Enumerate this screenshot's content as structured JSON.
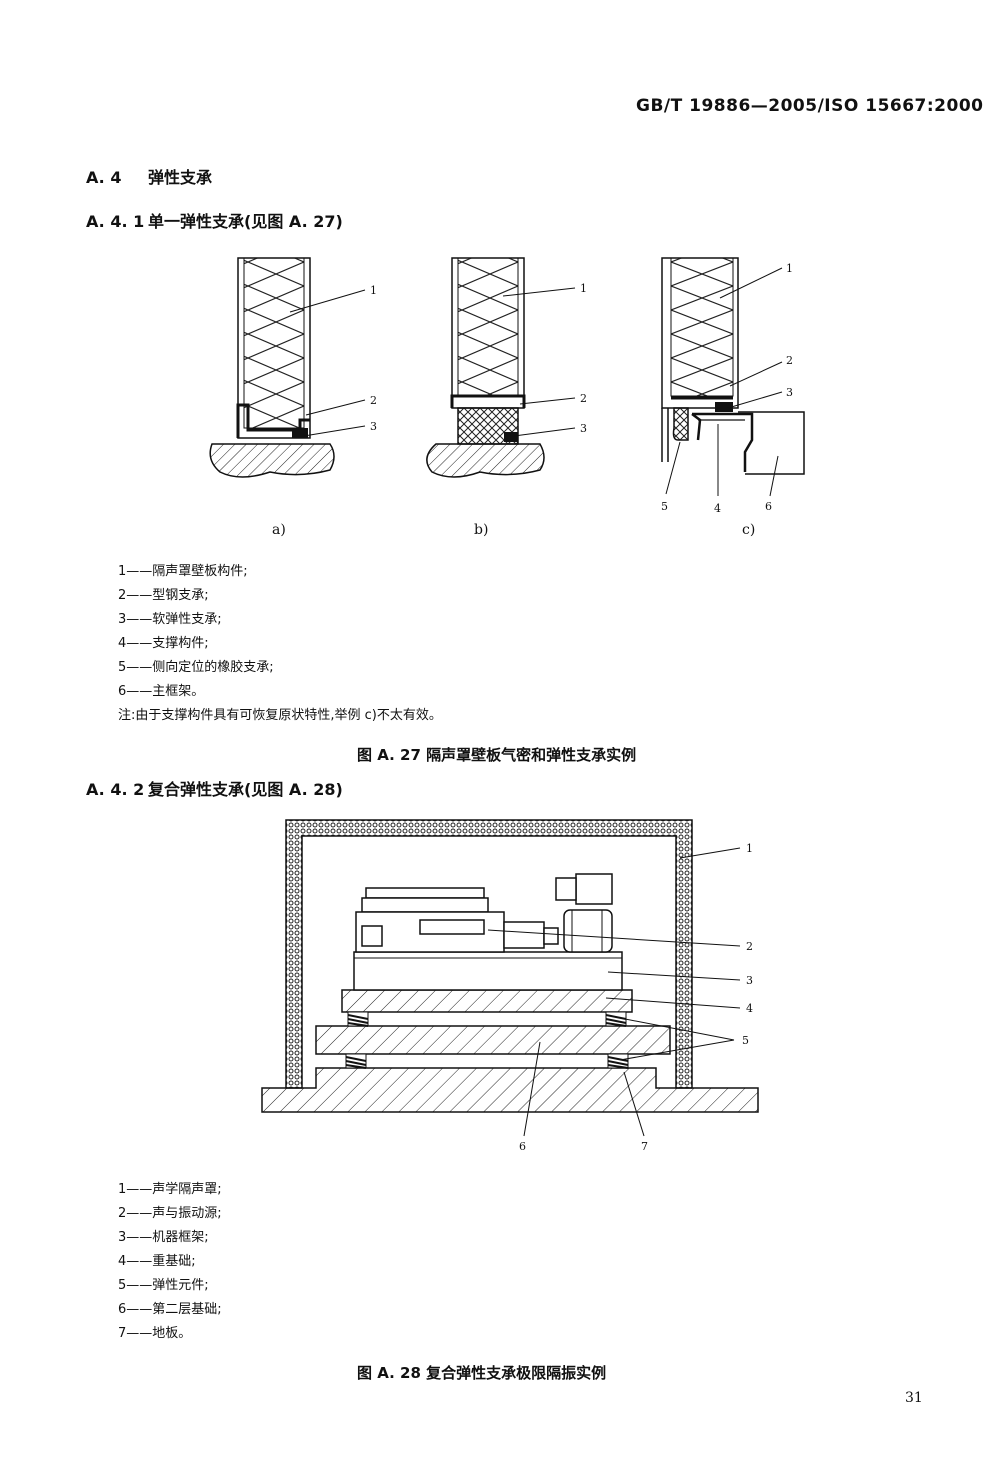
{
  "header": {
    "standard_number": "GB/T 19886—2005/ISO 15667:2000"
  },
  "section_a4": {
    "number": "A. 4",
    "title": "弹性支承"
  },
  "section_a41": {
    "number": "A. 4. 1",
    "title": "单一弹性支承(见图 A. 27)"
  },
  "fig27": {
    "sub_a": "a)",
    "sub_b": "b)",
    "sub_c": "c)",
    "callouts_a": [
      "1",
      "2",
      "3"
    ],
    "callouts_b": [
      "1",
      "2",
      "3"
    ],
    "callouts_c": [
      "1",
      "2",
      "3",
      "4",
      "5",
      "6"
    ],
    "legend": [
      "1——隔声罩壁板构件;",
      "2——型钢支承;",
      "3——软弹性支承;",
      "4——支撑构件;",
      "5——侧向定位的橡胶支承;",
      "6——主框架。"
    ],
    "note": "注:由于支撑构件具有可恢复原状特性,举例 c)不太有效。",
    "caption": "图 A. 27  隔声罩壁板气密和弹性支承实例"
  },
  "section_a42": {
    "number": "A. 4. 2",
    "title": "复合弹性支承(见图 A. 28)"
  },
  "fig28": {
    "callouts": [
      "1",
      "2",
      "3",
      "4",
      "5",
      "6",
      "7"
    ],
    "legend": [
      "1——声学隔声罩;",
      "2——声与振动源;",
      "3——机器框架;",
      "4——重基础;",
      "5——弹性元件;",
      "6——第二层基础;",
      "7——地板。"
    ],
    "caption": "图 A. 28  复合弹性支承极限隔振实例"
  },
  "footer": {
    "page_number": "31"
  }
}
